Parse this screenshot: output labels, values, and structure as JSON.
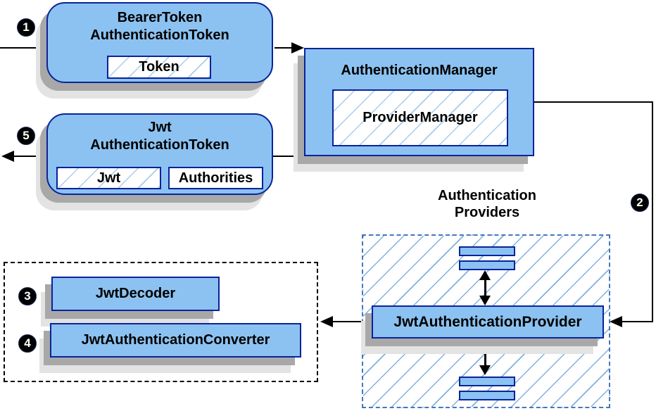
{
  "colors": {
    "box_fill": "#8cc2f1",
    "box_border": "#0b239b",
    "hatch_line": "#a8cbec",
    "group_hatch_line": "#7fb0df",
    "group_border": "#4576bc",
    "shadow_dark": "#a8a8a8",
    "shadow_light": "#e3e3e3",
    "arrow": "#000000",
    "text": "#000000",
    "bg": "#ffffff"
  },
  "badges": {
    "step1": "1",
    "step2": "2",
    "step3": "3",
    "step4": "4",
    "step5": "5"
  },
  "nodes": {
    "bearer_token": {
      "title_line1": "BearerToken",
      "title_line2": "AuthenticationToken",
      "field_token": "Token"
    },
    "jwt_authentication_token": {
      "title_line1": "Jwt",
      "title_line2": "AuthenticationToken",
      "field_jwt": "Jwt",
      "field_authorities": "Authorities"
    },
    "authentication_manager": {
      "title": "AuthenticationManager",
      "field_provider_manager": "ProviderManager"
    },
    "authentication_providers": {
      "label_line1": "Authentication",
      "label_line2": "Providers"
    },
    "jwt_authentication_provider": {
      "label": "JwtAuthenticationProvider"
    },
    "jwt_decoder": {
      "label": "JwtDecoder"
    },
    "jwt_authentication_converter": {
      "label": "JwtAuthenticationConverter"
    }
  }
}
